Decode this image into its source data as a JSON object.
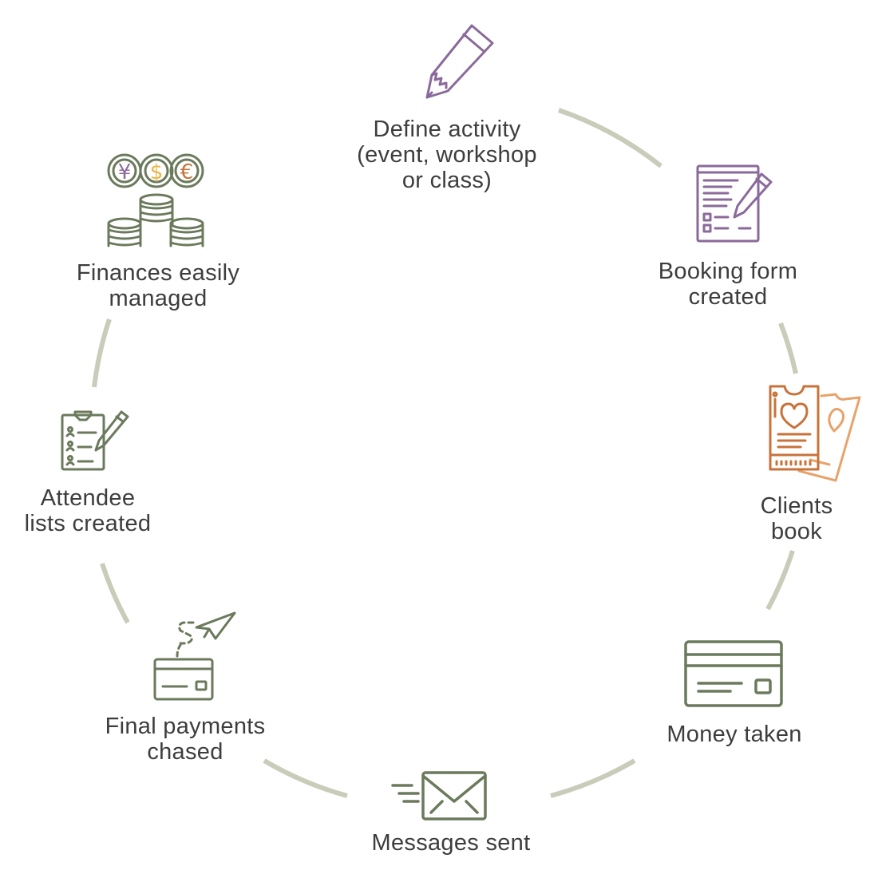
{
  "colors": {
    "ring": "#c8ccb8",
    "olive": "#6b7a5c",
    "purple": "#8a6a9a",
    "orange": "#c8733a",
    "orange_light": "#e8a26a",
    "gold": "#e9b545",
    "text": "#3d3d3d"
  },
  "steps": [
    {
      "id": "define",
      "icon": "pencil-icon",
      "lines": [
        "Define activity",
        "(event, workshop",
        "or class)"
      ]
    },
    {
      "id": "booking",
      "icon": "booking-form-icon",
      "lines": [
        "Booking form",
        "created"
      ]
    },
    {
      "id": "clients",
      "icon": "ticket-icon",
      "lines": [
        "Clients",
        "book"
      ]
    },
    {
      "id": "money",
      "icon": "credit-card-icon",
      "lines": [
        "Money taken"
      ]
    },
    {
      "id": "messages",
      "icon": "envelope-icon",
      "lines": [
        "Messages sent"
      ]
    },
    {
      "id": "final",
      "icon": "card-payment-icon",
      "lines": [
        "Final payments",
        "chased"
      ]
    },
    {
      "id": "attendee",
      "icon": "clipboard-icon",
      "lines": [
        "Attendee",
        "lists created"
      ]
    },
    {
      "id": "finances",
      "icon": "coins-icon",
      "lines": [
        "Finances easily",
        "managed"
      ]
    }
  ],
  "currency_symbols": [
    "¥",
    "$",
    "€"
  ]
}
